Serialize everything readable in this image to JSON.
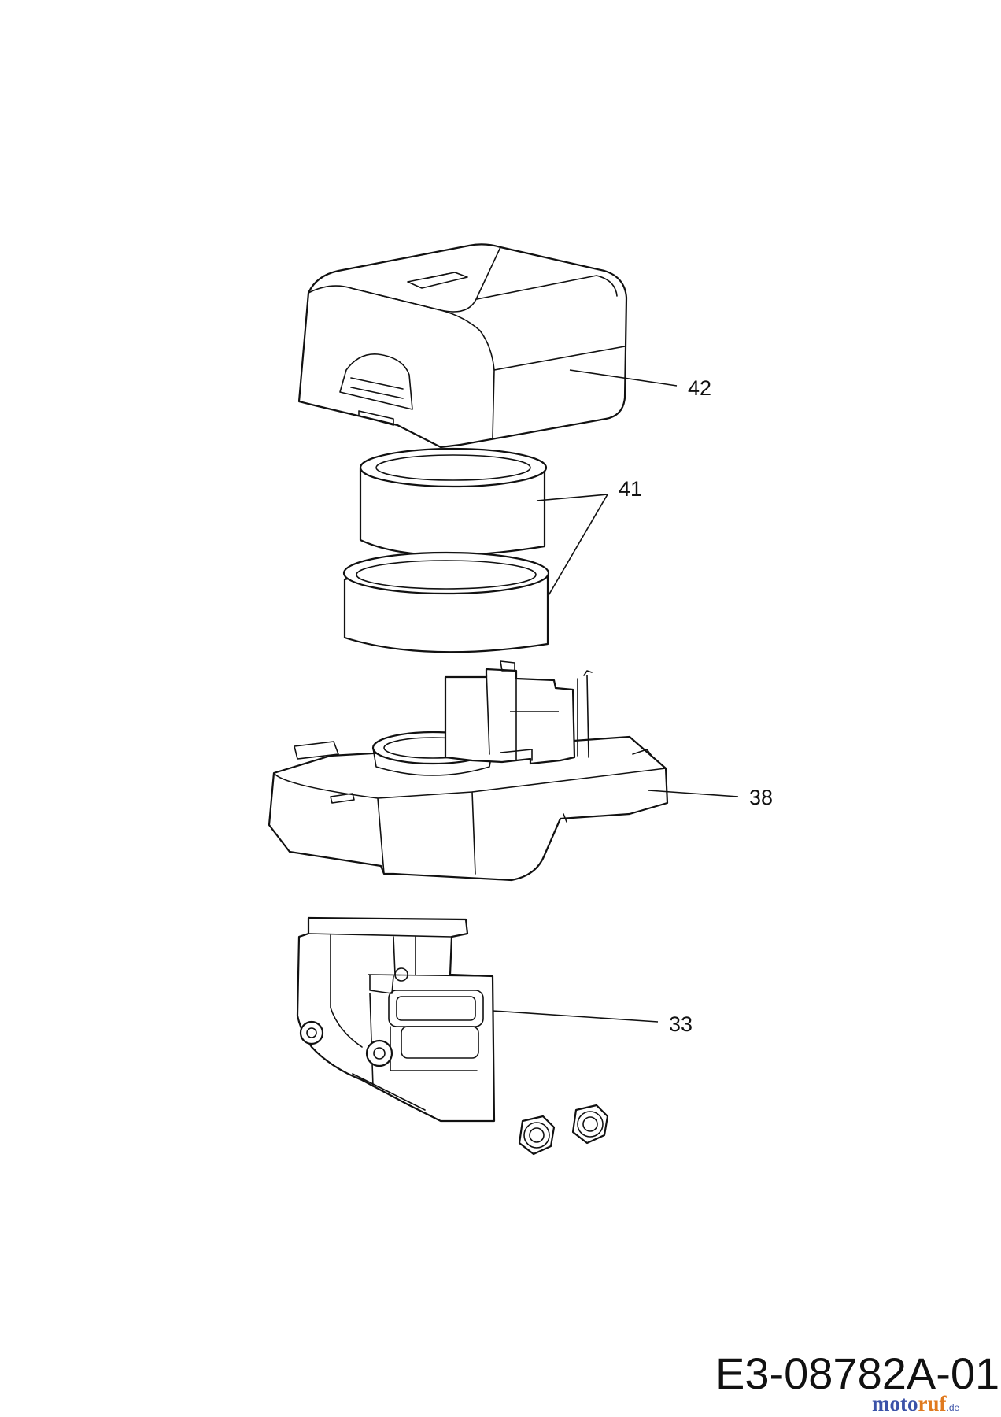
{
  "drawing_number": "E3-08782A-01",
  "watermark": {
    "part1": "moto",
    "part2": "ruf",
    "suffix": ".de"
  },
  "callouts": {
    "c42": "42",
    "c41": "41",
    "c38": "38",
    "c33": "33"
  },
  "colors": {
    "line": "#111111",
    "watermark_blue": "#3b52a8",
    "watermark_orange": "#e07a1f"
  }
}
